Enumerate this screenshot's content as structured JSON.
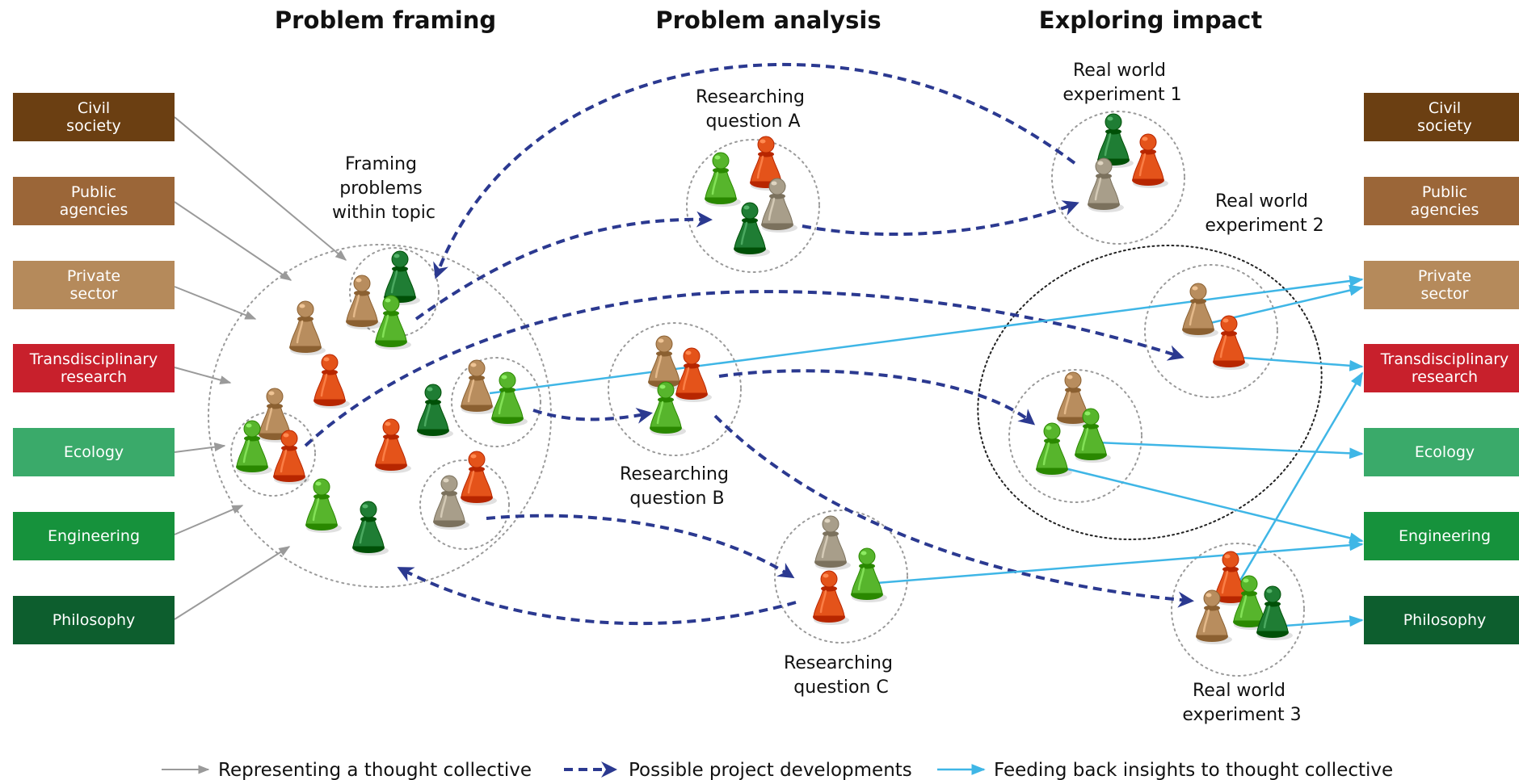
{
  "headers": {
    "framing": "Problem framing",
    "analysis": "Problem analysis",
    "impact": "Exploring impact"
  },
  "collectives": [
    {
      "label": "Civil\nsociety",
      "color": "#6b3f12"
    },
    {
      "label": "Public\nagencies",
      "color": "#9b6638"
    },
    {
      "label": "Private\nsector",
      "color": "#b58a5b"
    },
    {
      "label": "Transdisciplinary\nresearch",
      "color": "#c8202c"
    },
    {
      "label": "Ecology",
      "color": "#3aaa6a"
    },
    {
      "label": "Engineering",
      "color": "#16923c"
    },
    {
      "label": "Philosophy",
      "color": "#0d5e2e"
    }
  ],
  "labels": {
    "framing": [
      "Framing",
      "problems",
      "within topic"
    ],
    "question_a": [
      "Researching",
      "question A"
    ],
    "question_b": [
      "Researching",
      "question B"
    ],
    "question_c": [
      "Researching",
      "question C"
    ],
    "experiment_1": [
      "Real world",
      "experiment 1"
    ],
    "experiment_2": [
      "Real world",
      "experiment 2"
    ],
    "experiment_3": [
      "Real world",
      "experiment 3"
    ]
  },
  "legend": {
    "thought_collective": "Representing a thought collective",
    "developments": "Possible project developments",
    "feedback": "Feeding back insights to thought collective"
  },
  "colors": {
    "gray_arrow": "#9a9a9a",
    "dashed_arrow": "#2b3990",
    "blue_arrow": "#3fb6e6",
    "pawn_light_green": "#57b52c",
    "pawn_dark_green": "#1f7d34",
    "pawn_orange": "#e4531a",
    "pawn_tan": "#b88d5e",
    "pawn_gray": "#a89e8a"
  }
}
